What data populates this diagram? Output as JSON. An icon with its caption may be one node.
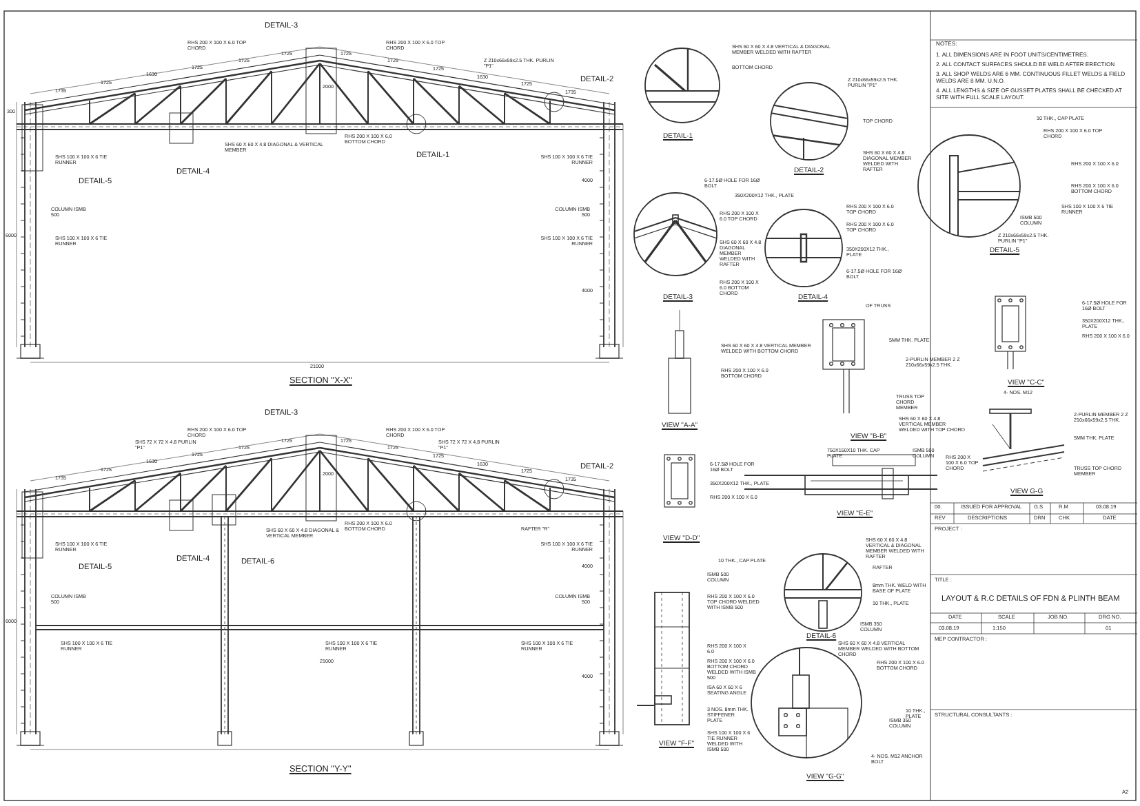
{
  "diagram": {
    "labels": [
      "DETAIL-3",
      "RHS 200 X 100 X 6.0 TOP CHORD",
      "RHS 200 X 100 X 6.0 TOP CHORD",
      "Z 210x66x59x2.5 THK. PURLIN \"P1\"",
      "DETAIL-2",
      "1735",
      "1725",
      "1630",
      "1725",
      "1725",
      "1725",
      "1725",
      "1725",
      "1725",
      "1630",
      "1725",
      "1735",
      "2000",
      "300",
      "RHS 200 X 100 X 6.0 BOTTOM CHORD",
      "SHS 60 X 60 X 4.8 DIAGONAL & VERTICAL MEMBER",
      "DETAIL-1",
      "SHS 100 X 100 X 6 TIE RUNNER",
      "SHS 100 X 100 X 6 TIE RUNNER",
      "DETAIL-4",
      "DETAIL-5",
      "COLUMN ISMB 500",
      "COLUMN ISMB 500",
      "SHS 100 X 100 X 6 TIE RUNNER",
      "SHS 100 X 100 X 6 TIE RUNNER",
      "6000",
      "4000",
      "4000",
      "21000",
      "SECTION \"X-X\"",
      "DETAIL-3",
      "RHS 200 X 100 X 6.0 TOP CHORD",
      "SHS 72 X 72 X 4.8 PURLIN \"P1\"",
      "RHS 200 X 100 X 6.0 TOP CHORD",
      "SHS 72 X 72 X 4.8 PURLIN \"P1\"",
      "DETAIL-2",
      "1735",
      "1725",
      "1630",
      "1725",
      "1725",
      "1725",
      "1725",
      "1725",
      "1725",
      "1630",
      "1725",
      "1735",
      "2000",
      "RHS 200 X 100 X 6.0 BOTTOM CHORD",
      "SHS 60 X 60 X 4.8 DIAGONAL & VERTICAL MEMBER",
      "RAFTER \"R\"",
      "SHS 100 X 100 X 6 TIE RUNNER",
      "SHS 100 X 100 X 6 TIE RUNNER",
      "DETAIL-4",
      "DETAIL-6",
      "DETAIL-5",
      "COLUMN ISMB 500",
      "COLUMN ISMB 500",
      "SHS 100 X 100 X 6 TIE RUNNER",
      "SHS 100 X 100 X 6 TIE RUNNER",
      "SHS 100 X 100 X 6 TIE RUNNER",
      "21000",
      "6000",
      "4000",
      "4000",
      "SECTION \"Y-Y\"",
      "SHS 60 X 60 X 4.8 VERTICAL & DIAGONAL MEMBER WELDED WITH RAFTER",
      "BOTTOM CHORD",
      "DETAIL-1",
      "Z 210x66x59x2.5 THK. PURLIN \"P1\"",
      "TOP CHORD",
      "SHS 60 X 60 X 4.8 DIAGONAL MEMBER WELDED WITH RAFTER",
      "DETAIL-2",
      "6-17.5Ø HOLE FOR 16Ø BOLT",
      "350X200X12 THK., PLATE",
      "RHS 200 X 100 X 6.0 TOP CHORD",
      "SHS 60 X 60 X 4.8 DIAGONAL MEMBER WELDED WITH RAFTER",
      "RHS 200 X 100 X 6.0 BOTTOM CHORD",
      "DETAIL-3",
      "RHS 200 X 100 X 6.0 TOP CHORD",
      "RHS 200 X 100 X 6.0 TOP CHORD",
      "350X200X12 THK., PLATE",
      "6-17.5Ø HOLE FOR 16Ø BOLT",
      "DETAIL-4",
      "10 THK., CAP PLATE",
      "RHS 200 X 100 X 6.0 TOP CHORD",
      "RHS 200 X 100 X 6.0",
      "RHS 200 X 100 X 6.0 BOTTOM CHORD",
      "SHS 100 X 100 X 6 TIE RUNNER",
      "ISMB 500 COLUMN",
      "Z 210x66x59x2.5 THK. PURLIN \"P1\"",
      "DETAIL-5",
      "6-17.5Ø HOLE FOR 16Ø BOLT",
      "350X200X12 THK., PLATE",
      "RHS 200 X 100 X 6.0",
      "VIEW \"C-C\"",
      "OF TRUSS",
      "SHS 60 X 60 X 4.8 VERTICAL MEMBER WELDED WITH BOTTOM CHORD",
      "RHS 200 X 100 X 6.0 BOTTOM CHORD",
      "5MM THK. PLATE",
      "2-PURLIN MEMBER 2 Z 210x66x59x2.5 THK.",
      "4- NOS. M12",
      "TRUSS TOP CHORD MEMBER",
      "2-PURLIN MEMBER 2 Z 210x66x59x2.5 THK.",
      "5MM THK. PLATE",
      "TRUSS TOP CHORD MEMBER",
      "SHS 60 X 60 X 4.8 VERTICAL MEMBER WELDED WITH TOP CHORD",
      "ISMB 500 COLUMN",
      "RHS 200 X 100 X 6.0 TOP CHORD",
      "VIEW G-G",
      "VIEW \"A-A\"",
      "VIEW \"B-B\"",
      "6-17.5Ø HOLE FOR 16Ø BOLT",
      "350X200X12 THK., PLATE",
      "RHS 200 X 100 X 6.0",
      "VIEW \"D-D\"",
      "750X150X10 THK. CAP PLATE",
      "VIEW \"E-E\"",
      "10 THK., CAP PLATE",
      "ISMB 500 COLUMN",
      "RHS 200 X 100 X 6.0 TOP CHORD WELDED WITH ISMB 500",
      "RHS 200 X 100 X 6.0",
      "RHS 200 X 100 X 6.0 BOTTOM CHORD WELDED WITH ISMB 500",
      "ISA 60 X 60 X 6 SEATING ANGLE",
      "3 NOS. 8mm THK. STIFFENER PLATE",
      "SHS 100 X 100 X 6 TIE RUNNER WELDED WITH ISMB 500",
      "VIEW \"F-F\"",
      "SHS 60 X 60 X 4.8 VERTICAL & DIAGONAL MEMBER WELDED WITH RAFTER",
      "RAFTER",
      "8mm THK. WELD WITH BASE OF PLATE",
      "10 THK., PLATE",
      "ISMB 350 COLUMN",
      "DETAIL-6",
      "SHS 60 X 60 X 4.8 VERTICAL MEMBER WELDED WITH BOTTOM CHORD",
      "RHS 200 X 100 X 6.0 BOTTOM CHORD",
      "10 THK., PLATE",
      "ISMB 350 COLUMN",
      "4- NOS. M12 ANCHOR BOLT",
      "VIEW \"G-G\"",
      "NOTES:",
      "1. ALL DIMENSIONS ARE IN FOOT UNITS/CENTIMETRES.",
      "2. ALL CONTACT SURFACES SHOULD BE WELD AFTER ERECTION",
      "3. ALL SHOP WELDS ARE 6 MM. CONTINUOUS FILLET WELDS & FIELD WELDS ARE 8 MM. U.N.O.",
      "4. ALL LENGTHS & SIZE OF GUSSET PLATES SHALL BE CHECKED AT SITE WITH FULL SCALE LAYOUT.",
      "00.",
      "ISSUED FOR APPROVAL",
      "G.S",
      "R.M",
      "03.08.19",
      "REV",
      "DESCRIPTIONS",
      "DRN",
      "CHK",
      "DATE",
      "PROJECT :",
      "TITLE :",
      "LAYOUT & R.C DETAILS OF FDN & PLINTH BEAM",
      "DATE",
      "SCALE",
      "JOB NO.",
      "DRG NO.",
      "03.08.19",
      "1:150",
      "01",
      "MEP CONTRACTOR :",
      "STRUCTURAL CONSULTANTS :",
      "A2"
    ]
  }
}
